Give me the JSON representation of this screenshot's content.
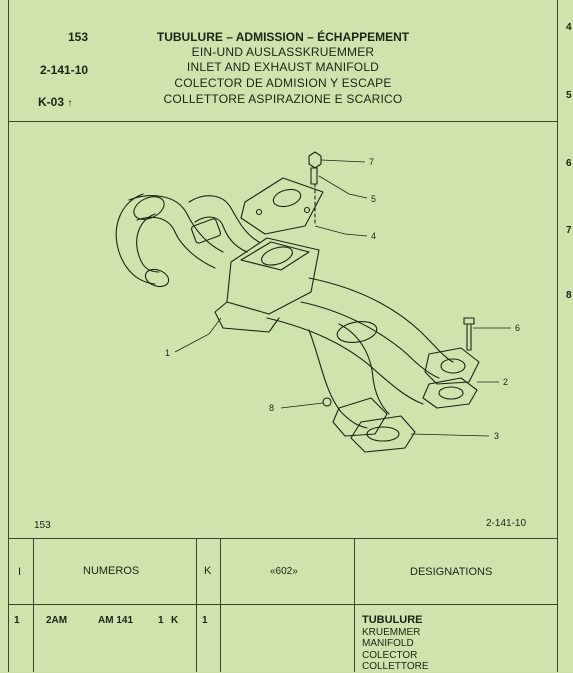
{
  "header": {
    "page_number": "153",
    "ref_code": "2-141-10",
    "group_code": "K-03",
    "group_mark": "↑",
    "title_fr": "TUBULURE – ADMISSION – ÉCHAPPEMENT",
    "title_de": "EIN-UND AUSLASSKRUEMMER",
    "title_en": "INLET AND EXHAUST MANIFOLD",
    "title_es": "COLECTOR DE ADMISION Y ESCAPE",
    "title_it": "COLLETTORE ASPIRAZIONE E SCARICO"
  },
  "diagram": {
    "callouts": [
      "1",
      "2",
      "3",
      "4",
      "5",
      "6",
      "7",
      "8"
    ],
    "footer_left": "153",
    "footer_right": "2-141-10"
  },
  "margin_numbers": [
    "4",
    "5",
    "6",
    "7",
    "8"
  ],
  "table": {
    "headers": {
      "index": "I",
      "numeros": "NUMEROS",
      "k": "K",
      "model": "«602»",
      "designations": "DESIGNATIONS"
    },
    "rows": [
      {
        "index": "1",
        "prefix": "2AM",
        "number": "AM 141",
        "qty": "1",
        "k_mark": "K",
        "k": "1",
        "designations": [
          "TUBULURE",
          "KRUEMMER",
          "MANIFOLD",
          "COLECTOR",
          "COLLETTORE"
        ]
      }
    ]
  }
}
